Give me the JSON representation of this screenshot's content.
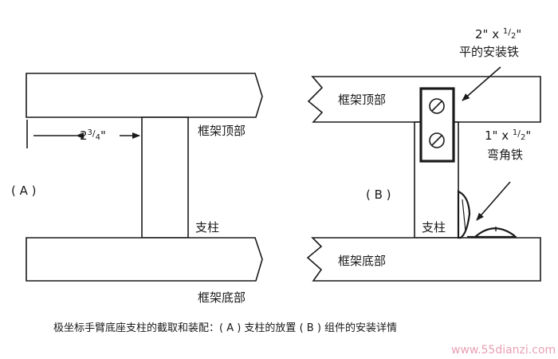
{
  "panel_a": {
    "tag": "( A )",
    "dim_whole": "2",
    "dim_num": "3",
    "dim_den": "4",
    "dim_mark": "\"",
    "label_top": "框架顶部",
    "label_post": "支柱",
    "label_bottom": "框架底部"
  },
  "panel_b": {
    "tag": "( B )",
    "flat_size_prefix": "2\" x ",
    "flat_size_num": "1",
    "flat_size_den": "2",
    "flat_size_mark": "\"",
    "flat_name": "平的安装铁",
    "angle_size_prefix": "1\" x ",
    "angle_size_num": "1",
    "angle_size_den": "2",
    "angle_size_mark": "\"",
    "angle_name": "弯角铁",
    "label_top": "框架顶部",
    "label_post": "支柱",
    "label_bottom": "框架底部"
  },
  "caption": "极坐标手臂底座支柱的截取和装配：( A ) 支柱的放置 ( B ) 组件的安装详情",
  "watermark": "www.55dianzi.com",
  "colors": {
    "ink": "#1a1a1a",
    "watermark": "#e8a0b4"
  }
}
